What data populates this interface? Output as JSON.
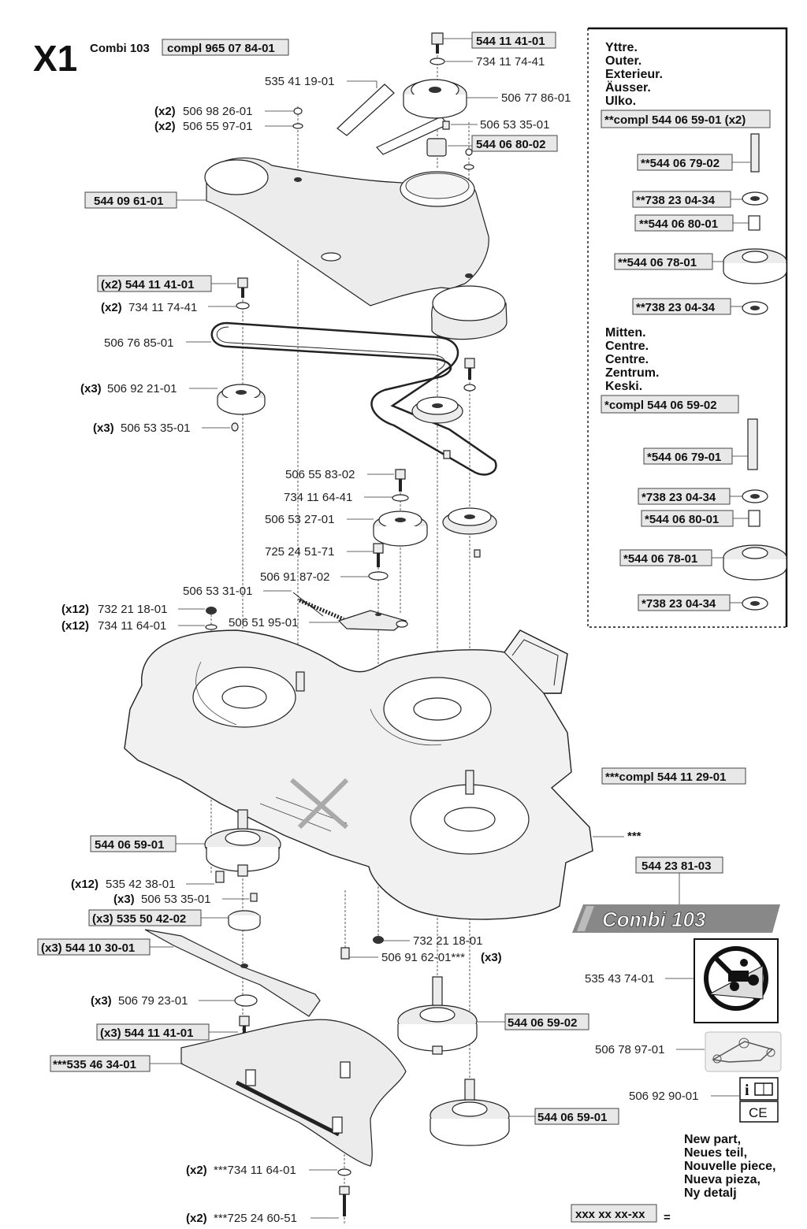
{
  "header": {
    "page_id": "X1",
    "model": "Combi 103",
    "compl": "compl 965 07 84-01"
  },
  "labels": {
    "l_544_11_41_01_top": "544 11 41-01",
    "l_734_11_74_41_top": "734 11 74-41",
    "l_535_41_19_01": "535 41 19-01",
    "l_506_77_86_01": "506 77 86-01",
    "l_506_98_26_01_q": "(x2)",
    "l_506_98_26_01": "506 98 26-01",
    "l_506_55_97_01_q": "(x2)",
    "l_506_55_97_01": "506 55 97-01",
    "l_506_53_35_01_top": "506 53 35-01",
    "l_544_06_80_02": "544 06 80-02",
    "l_544_09_61_01": "544 09 61-01",
    "l_544_11_41_01_mid": "(x2) 544 11 41-01",
    "l_734_11_74_41_mid_q": "(x2)",
    "l_734_11_74_41_mid": "734 11 74-41",
    "l_506_76_85_01": "506 76 85-01",
    "l_506_92_21_01_q": "(x3)",
    "l_506_92_21_01": "506 92 21-01",
    "l_506_53_35_01_mid_q": "(x3)",
    "l_506_53_35_01_mid": "506 53 35-01",
    "l_506_55_83_02": "506 55 83-02",
    "l_734_11_64_41": "734 11 64-41",
    "l_506_53_27_01": "506 53 27-01",
    "l_725_24_51_71": "725 24 51-71",
    "l_506_91_87_02": "506 91 87-02",
    "l_506_53_31_01": "506 53 31-01",
    "l_732_21_18_01_q": "(x12)",
    "l_732_21_18_01": "732 21 18-01",
    "l_734_11_64_01_q": "(x12)",
    "l_734_11_64_01": "734 11 64-01",
    "l_506_51_95_01": "506 51 95-01",
    "l_compl_544_11_29_01": "***compl 544 11 29-01",
    "l_stars": "***",
    "l_544_06_59_01_left": "544 06 59-01",
    "l_544_23_81_03": "544 23 81-03",
    "l_535_42_38_01_q": "(x12)",
    "l_535_42_38_01": "535 42 38-01",
    "l_506_53_35_01_low_q": "(x3)",
    "l_506_53_35_01_low": "506 53 35-01",
    "l_535_50_42_02": "(x3) 535 50 42-02",
    "l_732_21_18_01_low": "732 21 18-01",
    "l_544_10_30_01": "(x3) 544 10 30-01",
    "l_506_91_62_01": "506 91 62-01***",
    "l_506_91_62_01_q": "(x3)",
    "l_535_43_74_01": "535 43 74-01",
    "l_506_79_23_01_q": "(x3)",
    "l_506_79_23_01": "506 79 23-01",
    "l_544_06_59_02": "544 06 59-02",
    "l_544_11_41_01_low": "(x3) 544 11 41-01",
    "l_506_78_97_01": "506 78 97-01",
    "l_535_46_34_01": "***535 46 34-01",
    "l_506_92_90_01": "506 92 90-01",
    "l_544_06_59_01_bottom": "544 06 59-01",
    "l_734_11_64_01_low_q": "(x2)",
    "l_734_11_64_01_low": "***734 11 64-01",
    "l_725_24_60_51_q": "(x2)",
    "l_725_24_60_51": "***725 24 60-51"
  },
  "inset": {
    "outer_lines": [
      "Yttre.",
      "Outer.",
      "Exterieur.",
      "Äusser.",
      "Ulko."
    ],
    "outer_compl": "**compl 544 06 59-01 (x2)",
    "outer_parts": [
      "**544 06 79-02",
      "**738 23 04-34",
      "**544 06 80-01",
      "**544 06 78-01",
      "**738 23 04-34"
    ],
    "center_lines": [
      "Mitten.",
      "Centre.",
      "Centre.",
      "Zentrum.",
      "Keski."
    ],
    "center_compl": "*compl 544 06 59-02",
    "center_parts": [
      "*544 06 79-01",
      "*738 23 04-34",
      "*544 06 80-01",
      "*544 06 78-01",
      "*738 23 04-34"
    ]
  },
  "banner": "Combi 103",
  "legend": {
    "lines": [
      "New part,",
      "Neues teil,",
      "Nouvelle piece,",
      "Nueva pieza,",
      "Ny detalj"
    ],
    "sample": "xxx xx xx-xx",
    "equals": "="
  },
  "icons": {
    "warning": "no-slope-mowing-warning-icon",
    "belt_routing": "belt-routing-decal-icon",
    "manual": "manual-info-icon",
    "ce_mark": "CE"
  }
}
